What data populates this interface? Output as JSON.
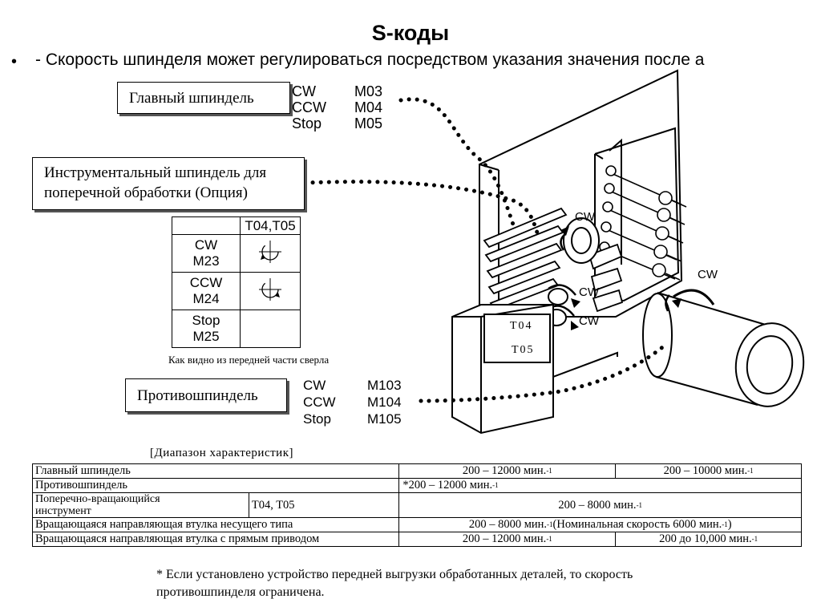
{
  "title": "S-коды",
  "bullet": "- Скорость шпинделя может регулироваться посредством указания значения после а",
  "main_spindle": {
    "label": "Главный шпиндель",
    "codes": [
      {
        "dir": "CW",
        "code": "M03"
      },
      {
        "dir": "CCW",
        "code": "M04"
      },
      {
        "dir": "Stop",
        "code": "M05"
      }
    ]
  },
  "tool_spindle": {
    "label_line1": "Инструментальный шпиндель для",
    "label_line2": "поперечной обработки (Опция)"
  },
  "tool_table": {
    "header": "T04,T05",
    "rows": [
      {
        "dir": "CW",
        "code": "M23"
      },
      {
        "dir": "CCW",
        "code": "M24"
      },
      {
        "dir": "Stop",
        "code": "M25"
      }
    ],
    "caption": "Как видно из передней части сверла"
  },
  "sub_spindle": {
    "label": "Противошпиндель",
    "codes": [
      {
        "dir": "CW",
        "code": "M103"
      },
      {
        "dir": "CCW",
        "code": "M104"
      },
      {
        "dir": "Stop",
        "code": "M105"
      }
    ]
  },
  "machine": {
    "cw_label": "CW",
    "t04": "T04",
    "t05": "T05"
  },
  "spec": {
    "caption": "[Диапазон характеристик]",
    "unit": "мин.",
    "exp": "-1",
    "rows": [
      {
        "name": "Главный шпиндель",
        "range1": "200 – 12000",
        "range2": "200 – 10000"
      },
      {
        "name": "Противошпиндель",
        "value": "*200 – 12000"
      },
      {
        "name_line1": "Поперечно-вращающийся",
        "name_line2": "инструмент",
        "tools": "T04, T05",
        "value": "200 – 8000"
      },
      {
        "name": "Вращающаяся направляющая втулка несущего типа",
        "value": "200 – 8000",
        "note": "(Номинальная скорость 6000 мин.",
        "note_end": ")"
      },
      {
        "name": "Вращающаяся направляющая втулка с прямым приводом",
        "range1": "200 – 12000",
        "range2": "200 до 10,000"
      }
    ],
    "footnote_line1": "* Если установлено устройство передней выгрузки обработанных деталей, то скорость",
    "footnote_line2": "противошпинделя ограничена."
  }
}
